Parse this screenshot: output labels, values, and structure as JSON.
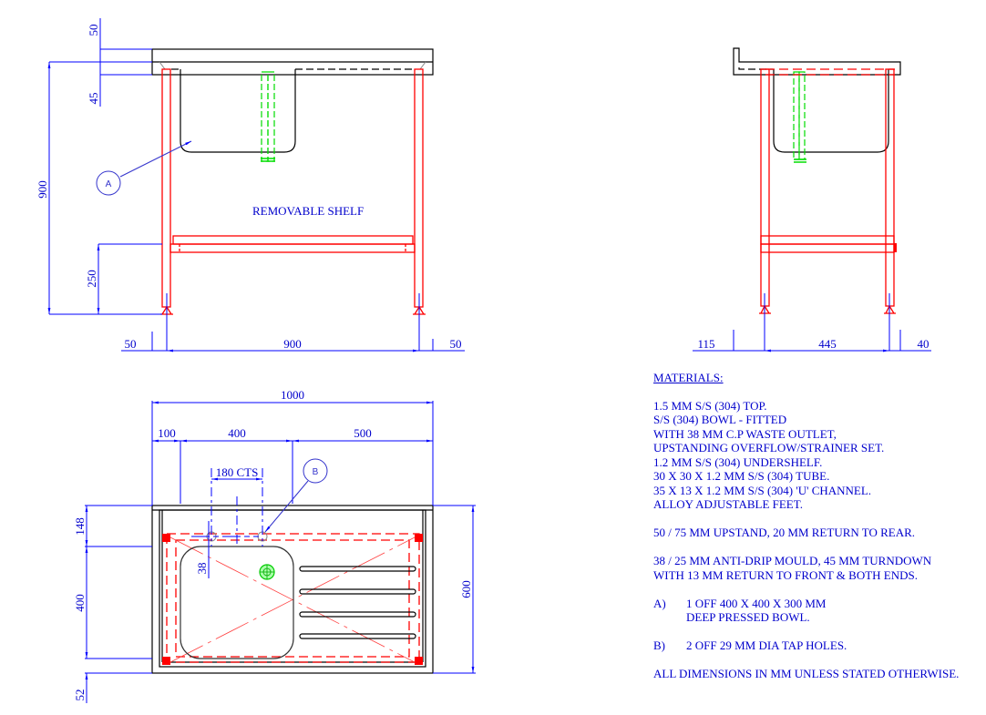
{
  "drawing": {
    "front_elevation": {
      "dims": {
        "upstand": "50",
        "turndown": "45",
        "height": "900",
        "shelf_height": "250",
        "left_overhang": "50",
        "leg_centres": "900",
        "right_overhang": "50"
      },
      "shelf_label": "REMOVABLE SHELF",
      "callout_a": "A"
    },
    "side_elevation": {
      "dims": {
        "rear_offset": "115",
        "leg_centres": "445",
        "front_offset": "40"
      }
    },
    "plan_view": {
      "dims": {
        "overall_length": "1000",
        "left_margin": "100",
        "bowl_width": "400",
        "drainer_width": "500",
        "tap_centres": "180 CTS",
        "rear_margin": "148",
        "bowl_depth": "400",
        "front_margin": "52",
        "overall_depth": "600",
        "tap_hole_offset": "38"
      },
      "callout_b": "B"
    },
    "colors": {
      "dimension": "#0000ff",
      "frame": "#ff0000",
      "outline": "#000000",
      "waste": "#00dd00"
    }
  },
  "notes": {
    "title": "MATERIALS:",
    "materials": [
      "1.5 MM S/S (304) TOP.",
      "S/S (304) BOWL - FITTED",
      "WITH 38 MM C.P WASTE OUTLET,",
      "UPSTANDING OVERFLOW/STRAINER SET.",
      "1.2 MM S/S (304) UNDERSHELF.",
      "30 X 30 X 1.2 MM S/S (304) TUBE.",
      "35 X 13 X 1.2 MM S/S (304) 'U' CHANNEL.",
      "ALLOY ADJUSTABLE FEET."
    ],
    "upstand": "50 / 75 MM UPSTAND, 20 MM RETURN TO REAR.",
    "mould_1": "38 / 25 MM ANTI-DRIP MOULD, 45 MM TURNDOWN",
    "mould_2": "WITH 13 MM RETURN TO FRONT & BOTH ENDS.",
    "item_a_key": "A)",
    "item_a_1": "1 OFF 400 X 400 X 300 MM",
    "item_a_2": "DEEP PRESSED BOWL.",
    "item_b_key": "B)",
    "item_b": "2 OFF 29 MM DIA TAP HOLES.",
    "footer": "ALL DIMENSIONS IN MM UNLESS STATED OTHERWISE."
  }
}
